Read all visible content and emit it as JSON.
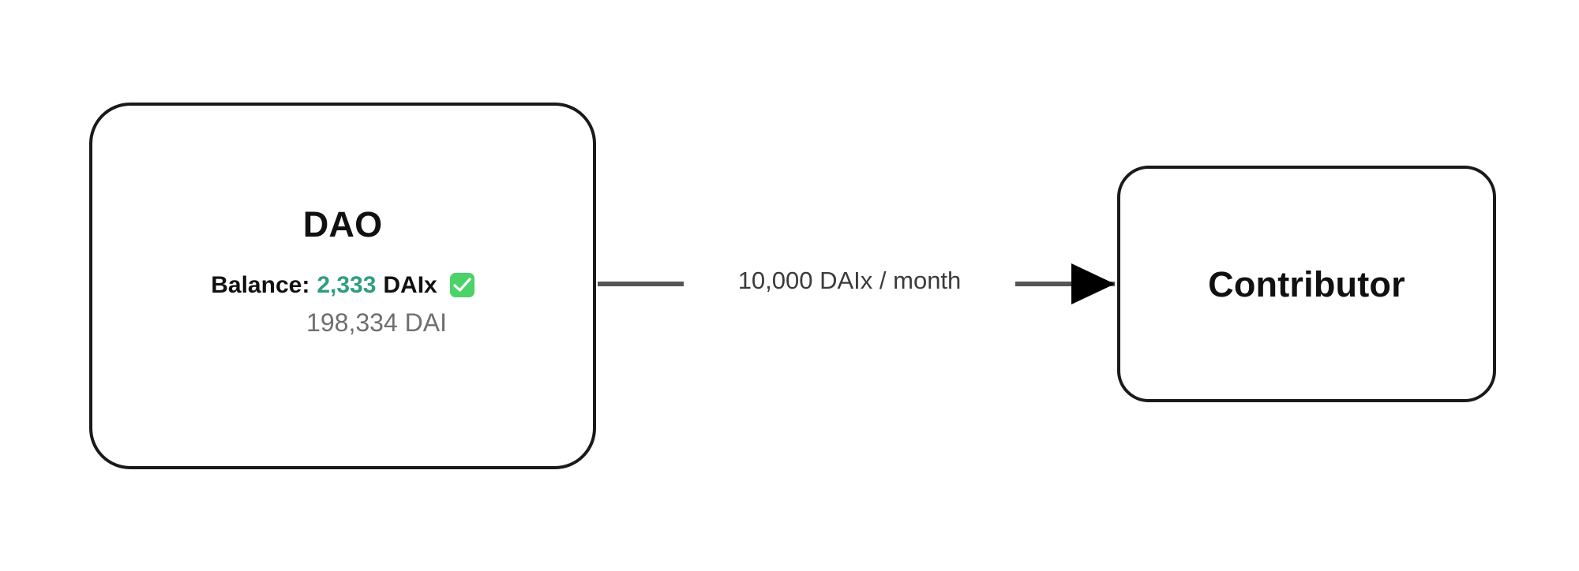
{
  "diagram": {
    "type": "flow-diagram",
    "background_color": "#ffffff",
    "nodes": [
      {
        "id": "dao",
        "title": "DAO",
        "balance_label": "Balance:",
        "balance_amount": "2,333",
        "balance_token": "DAIx",
        "status_icon": "green-check-badge-icon",
        "underlying_balance": "198,334 DAI",
        "border_color": "#1a1a1a",
        "fill_color": "#ffffff",
        "amount_color": "#2e9e7e",
        "badge_color": "#4bd36a",
        "sub_color": "#6f6f6f"
      },
      {
        "id": "contributor",
        "title": "Contributor",
        "border_color": "#1a1a1a",
        "fill_color": "#ffffff"
      }
    ],
    "edges": [
      {
        "id": "dao-to-contributor",
        "from": "dao",
        "to": "contributor",
        "label": "10,000 DAIx / month",
        "line_color": "#555555",
        "arrow_color": "#000000",
        "arrow_head": "filled-triangle"
      }
    ]
  },
  "chart_data": {
    "type": "diagram",
    "title": "",
    "nodes": [
      "DAO",
      "Contributor"
    ],
    "node_details": {
      "DAO": {
        "balance_streamable": 2333,
        "balance_streamable_token": "DAIx",
        "balance_underlying": 198334,
        "balance_underlying_token": "DAI",
        "status": "ok"
      },
      "Contributor": {}
    },
    "edges": [
      {
        "source": "DAO",
        "target": "Contributor",
        "label": "10,000 DAIx / month",
        "rate": 10000,
        "token": "DAIx",
        "period": "month",
        "direction": "left-to-right"
      }
    ]
  }
}
